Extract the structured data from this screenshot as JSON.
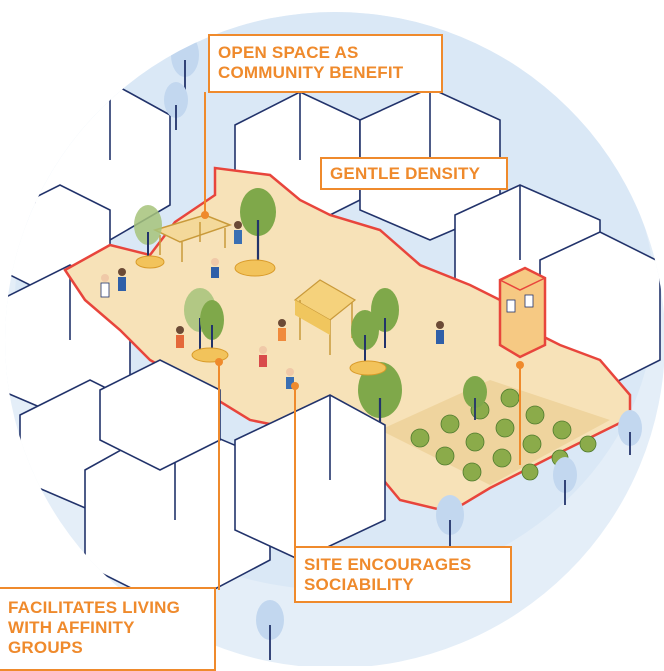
{
  "callouts": {
    "open_space": "OPEN SPACE AS\nCOMMUNITY BENEFIT",
    "gentle_density": "GENTLE DENSITY",
    "sociability": "SITE ENCOURAGES\nSOCIABILITY",
    "affinity": "FACILITATES LIVING\nWITH AFFINITY\nGROUPS"
  },
  "colors": {
    "accent_orange": "#ef8a2c",
    "site_outline": "#e8453c",
    "plaza_fill": "#f7e2b8",
    "building_line": "#22336b",
    "sky_blue": "#dbe8f6",
    "tree_green": "#8bab4a"
  }
}
